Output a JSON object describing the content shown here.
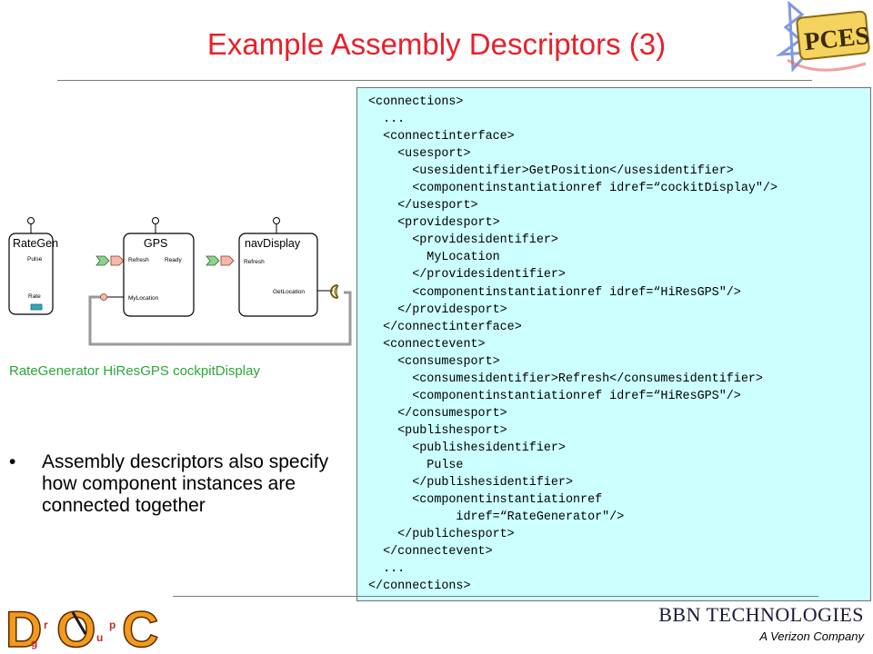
{
  "slide": {
    "title": "Example Assembly Descriptors (3)"
  },
  "code": {
    "lines": [
      "<connections>",
      "  ...",
      "  <connectinterface>",
      "    <usesport>",
      "      <usesidentifier>GetPosition</usesidentifier>",
      "      <componentinstantiationref idref=“cockitDisplay\"/>",
      "    </usesport>",
      "    <providesport>",
      "      <providesidentifier>",
      "        MyLocation",
      "      </providesidentifier>",
      "      <componentinstantiationref idref=“HiResGPS\"/>",
      "    </providesport>",
      "  </connectinterface>",
      "  <connectevent>",
      "    <consumesport>",
      "      <consumesidentifier>Refresh</consumesidentifier>",
      "      <componentinstantiationref idref=“HiResGPS\"/>",
      "    </consumesport>",
      "    <publishesport>",
      "      <publishesidentifier>",
      "        Pulse",
      "      </publishesidentifier>",
      "      <componentinstantiationref",
      "            idref=“RateGenerator\"/>",
      "    </publichesport>",
      "  </connectevent>",
      "  ...",
      "</connections>"
    ]
  },
  "diagram": {
    "components": [
      {
        "name": "RateGen",
        "ports": [
          "Pulse",
          "Rate"
        ]
      },
      {
        "name": "GPS",
        "ports": [
          "Refresh",
          "Ready",
          "MyLocation"
        ]
      },
      {
        "name": "navDisplay",
        "ports": [
          "Refresh",
          "GetLocation"
        ]
      }
    ],
    "instance_names": "RateGenerator HiResGPS cockpitDisplay"
  },
  "bullet": {
    "text": "Assembly descriptors also specify how component instances are connected together"
  },
  "logos": {
    "pces": "PCES",
    "doc_letters": [
      "D",
      "O",
      "C",
      "g",
      "r",
      "u",
      "p"
    ],
    "bbn_line1": "BBN TECHNOLOGIES",
    "bbn_line2": "A Verizon Company"
  },
  "colors": {
    "title": "#e8202a",
    "instance_names": "#2aa836",
    "code_background": "#ccffff",
    "doc_logo": "#f39a1e",
    "port_facet": "#3aa7b5",
    "port_event_sink": "#f5b9a9",
    "port_event_source": "#8fd18f"
  }
}
